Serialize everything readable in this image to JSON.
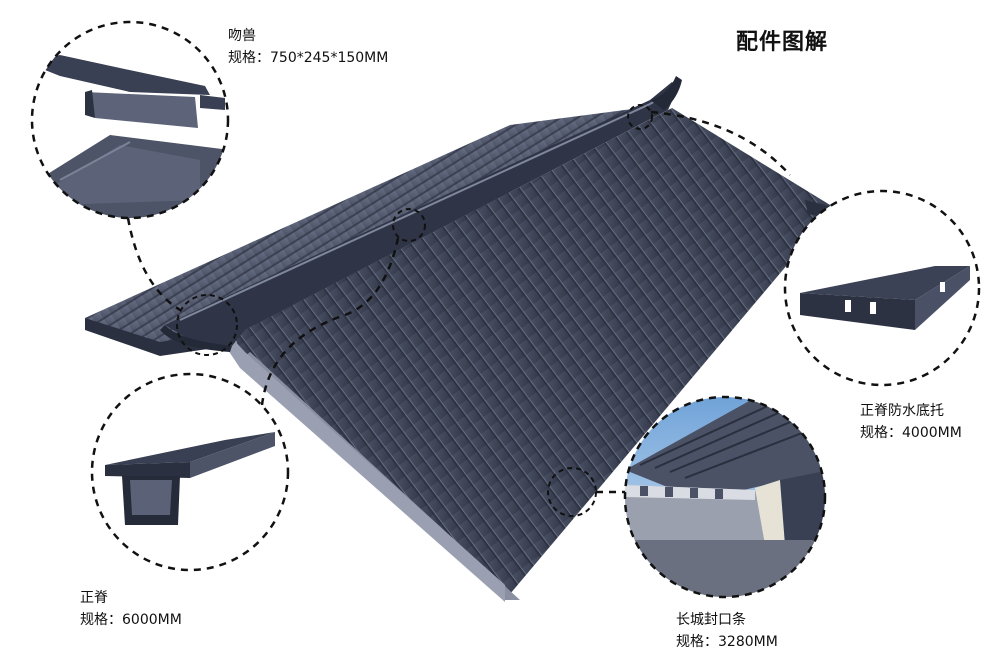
{
  "title": "配件图解",
  "parts": [
    {
      "name": "吻兽",
      "spec": "规格：750*245*150MM"
    },
    {
      "name": "正脊防水底托",
      "spec": "规格：4000MM"
    },
    {
      "name": "正脊",
      "spec": "规格：6000MM"
    },
    {
      "name": "长城封口条",
      "spec": "规格：3280MM"
    }
  ],
  "colors": {
    "roof_dark": "#3b4254",
    "roof_light": "#5a6278",
    "ridge": "#2f3546",
    "callout_line": "#111111",
    "sky": "#9ec4e8"
  }
}
